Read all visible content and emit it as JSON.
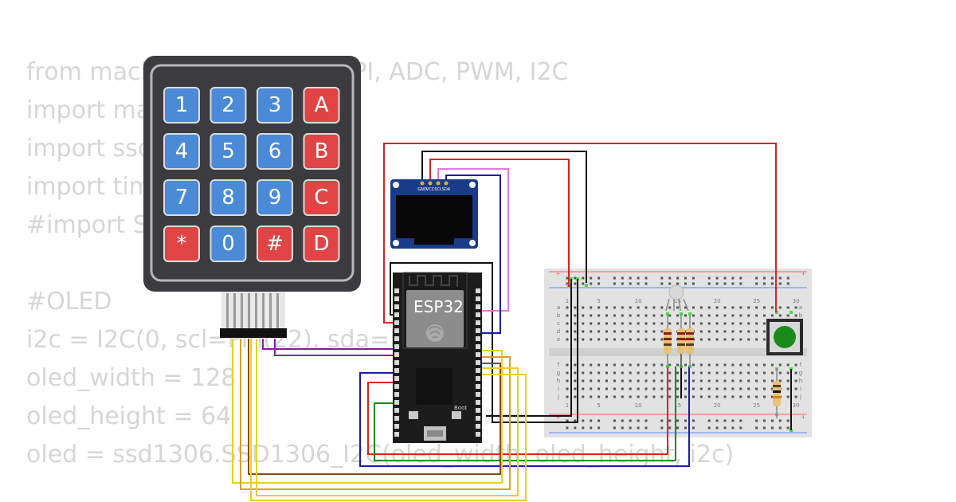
{
  "code_lines": [
    "from machine import Pin, SPI, ADC, PWM, I2C",
    "import machine",
    "import ssd1306",
    "import time",
    "#import SSD1306",
    "",
    "#OLED",
    "i2c = I2C(0, scl=Pin(22), sda=Pin(21))",
    "oled_width = 128",
    "oled_height = 64",
    "oled = ssd1306.SSD1306_I2C(oled_width, oled_height, i2c)"
  ],
  "keypad": {
    "keys": [
      {
        "label": "1",
        "type": "num"
      },
      {
        "label": "2",
        "type": "num"
      },
      {
        "label": "3",
        "type": "num"
      },
      {
        "label": "A",
        "type": "letter"
      },
      {
        "label": "4",
        "type": "num"
      },
      {
        "label": "5",
        "type": "num"
      },
      {
        "label": "6",
        "type": "num"
      },
      {
        "label": "B",
        "type": "letter"
      },
      {
        "label": "7",
        "type": "num"
      },
      {
        "label": "8",
        "type": "num"
      },
      {
        "label": "9",
        "type": "num"
      },
      {
        "label": "C",
        "type": "letter"
      },
      {
        "label": "*",
        "type": "letter"
      },
      {
        "label": "0",
        "type": "num"
      },
      {
        "label": "#",
        "type": "letter"
      },
      {
        "label": "D",
        "type": "letter"
      }
    ]
  },
  "oled": {
    "pins": [
      "GND",
      "VCC",
      "SCL",
      "SDA"
    ]
  },
  "esp32": {
    "label": "ESP32",
    "boot_label": "Boot"
  },
  "breadboard": {
    "column_numbers": [
      "1",
      "5",
      "10",
      "15",
      "20",
      "25",
      "30"
    ],
    "row_letters_top": [
      "a",
      "b",
      "c",
      "d",
      "e"
    ],
    "row_letters_bottom": [
      "f",
      "g",
      "h",
      "i",
      "j"
    ]
  },
  "colors": {
    "keypad_body": "#3c3c40",
    "key_num": "#4a8ad6",
    "key_letter": "#e04444",
    "wire_red": "#e02020",
    "wire_black": "#111111",
    "wire_pink": "#e07ae0",
    "wire_blue": "#1a1ab0",
    "wire_purple": "#8a1aa8",
    "wire_yellow": "#e8d020",
    "wire_orange": "#e0a020",
    "wire_brown": "#8a4a1a",
    "wire_green": "#1a8a1a",
    "button_green": "#1a8a1a"
  }
}
